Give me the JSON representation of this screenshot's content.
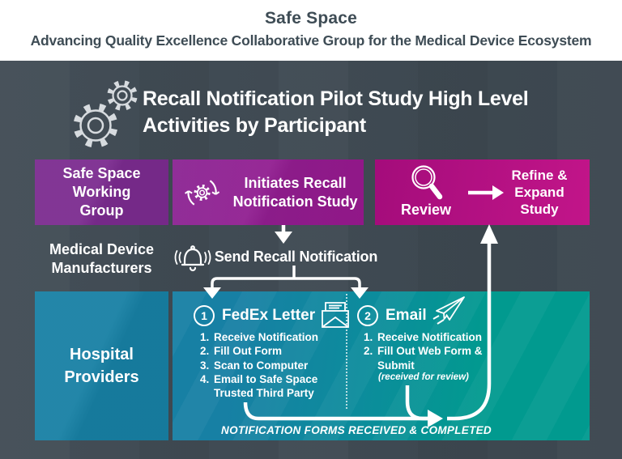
{
  "page": {
    "title": "Safe Space",
    "subtitle": "Advancing Quality Excellence Collaborative Group for the Medical Device Ecosystem"
  },
  "panel": {
    "title": "Recall Notification Pilot Study High Level Activities by Participant"
  },
  "flow": {
    "working_group": {
      "label": "Safe Space Working Group"
    },
    "initiate": {
      "label": "Initiates Recall Notification Study",
      "icon": "refresh-gear-icon"
    },
    "review": {
      "label": "Review",
      "icon": "magnifier-icon"
    },
    "refine": {
      "label": "Refine & Expand Study"
    },
    "manufacturers": {
      "label": "Medical Device Manufacturers",
      "action": "Send Recall Notification",
      "icon": "bell-icon"
    },
    "hospital": {
      "label": "Hospital Providers"
    },
    "fedex": {
      "number": "1",
      "title": "FedEx Letter",
      "icon": "envelope-icon",
      "steps": [
        "Receive Notification",
        "Fill Out Form",
        "Scan to Computer",
        "Email to Safe Space Trusted Third Party"
      ]
    },
    "email": {
      "number": "2",
      "title": "Email",
      "icon": "paper-plane-icon",
      "steps": [
        "Receive Notification",
        "Fill Out Web Form & Submit"
      ],
      "note": "(received for review)"
    },
    "footer": "NOTIFICATION FORMS RECEIVED & COMPLETED"
  },
  "colors": {
    "header_text": "#3E4C55",
    "panel_bg": "#3F4A53",
    "purple": "#7B2B8F",
    "purple2_start": "#8A2392",
    "purple2_end": "#99188F",
    "magenta_start": "#A40C7B",
    "magenta_end": "#C21589",
    "teal_label": "#1780A4",
    "teal_start": "#1780A4",
    "teal_end": "#019A8F"
  }
}
